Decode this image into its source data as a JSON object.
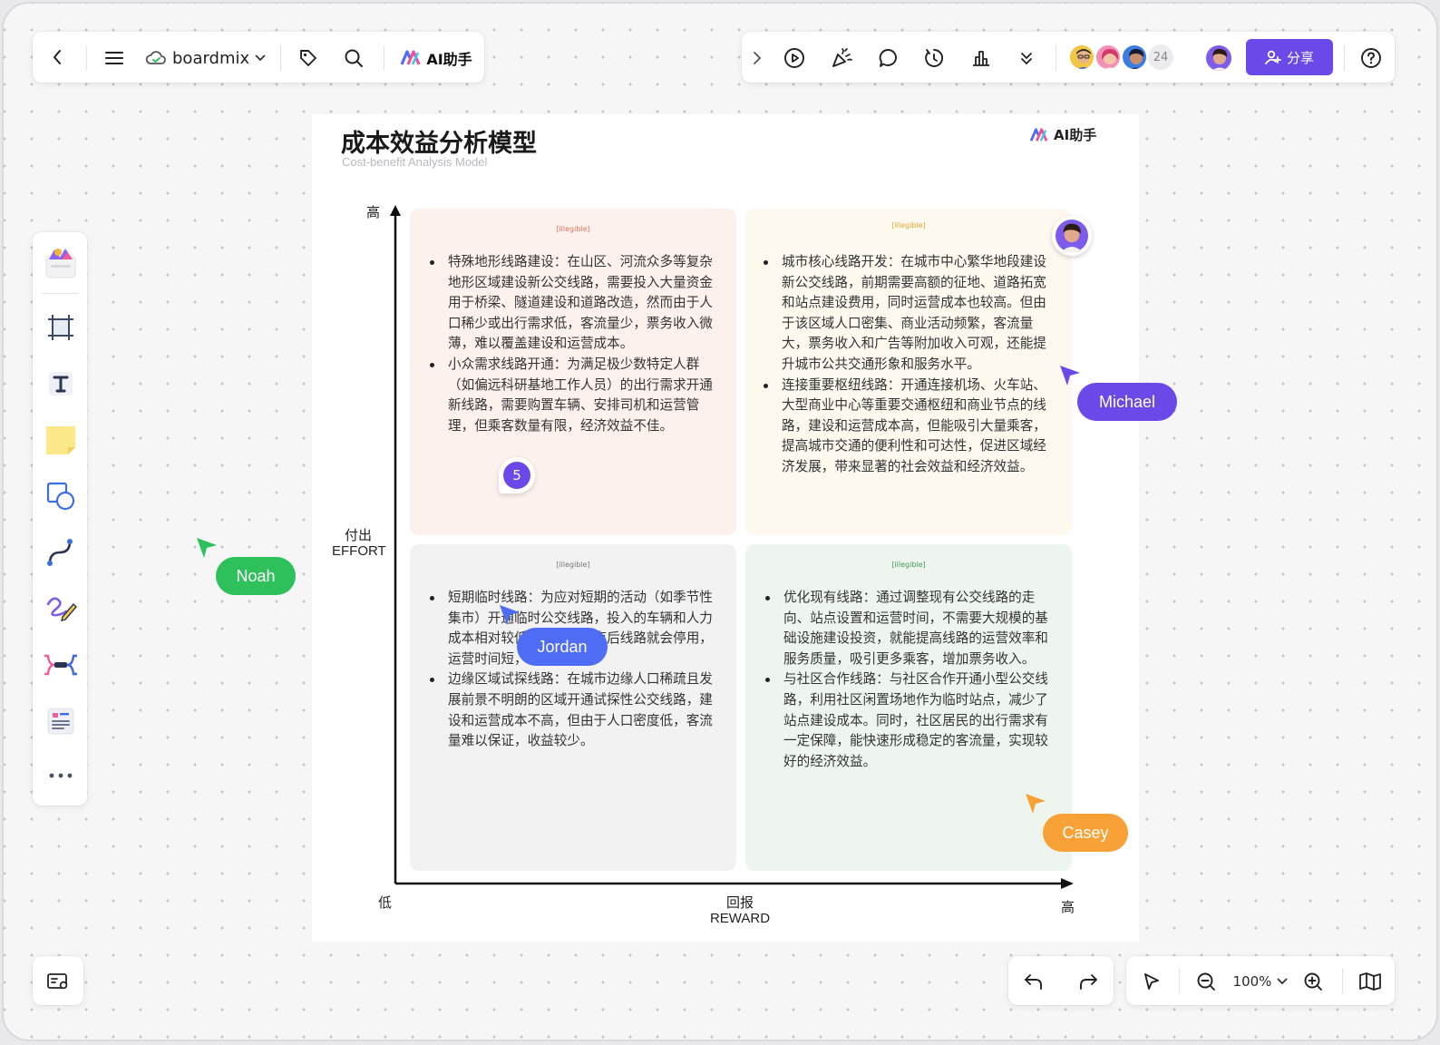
{
  "colors": {
    "accent": "#6a49e8",
    "noah": "#2ec05a",
    "jordan": "#4f6cf5",
    "michael": "#6a49e8",
    "casey": "#f7a136",
    "quad_red": "#fdf1ee",
    "quad_yellow": "#fdf9ee",
    "quad_gray": "#f2f2f3",
    "quad_green": "#eef5ee"
  },
  "toolbar_left": {
    "back_icon": "chevron-left-icon",
    "menu_icon": "hamburger-icon",
    "cloud_icon": "cloud-icon",
    "brand_name": "boardmix",
    "tag_icon": "tag-icon",
    "search_icon": "search-icon",
    "ai_label": "AI助手"
  },
  "toolbar_right": {
    "icons": [
      "chevron-right-icon",
      "play-icon",
      "celebrate-icon",
      "comment-icon",
      "timer-icon",
      "vote-icon",
      "more-down-icon"
    ],
    "collaborator_count": "24",
    "share_label": "分享",
    "help_icon": "help-icon"
  },
  "left_tools": [
    "template-icon",
    "frame-icon",
    "text-icon",
    "sticky-note-icon",
    "shape-icon",
    "connector-icon",
    "pen-icon",
    "mindmap-icon",
    "document-icon",
    "more-icon"
  ],
  "board": {
    "title": "成本效益分析模型",
    "subtitle": "Cost-benefit Analysis Model",
    "ai_badge": "AI助手",
    "y_high": "高",
    "y_label_cn": "付出",
    "y_label_en": "EFFORT",
    "x_low": "低",
    "x_label_cn": "回报",
    "x_label_en": "REWARD",
    "x_high": "高",
    "quadrants": [
      {
        "tag": "[illegible]",
        "items": [
          "特殊地形线路建设：在山区、河流众多等复杂地形区域建设新公交线路，需要投入大量资金用于桥梁、隧道建设和道路改造，然而由于人口稀少或出行需求低，客流量少，票务收入微薄，难以覆盖建设和运营成本。",
          "小众需求线路开通：为满足极少数特定人群（如偏远科研基地工作人员）的出行需求开通新线路，需要购置车辆、安排司机和运营管理，但乘客数量有限，经济效益不佳。"
        ]
      },
      {
        "tag": "[illegible]",
        "items": [
          "城市核心线路开发：在城市中心繁华地段建设新公交线路，前期需要高额的征地、道路拓宽和站点建设费用，同时运营成本也较高。但由于该区域人口密集、商业活动频繁，客流量大，票务收入和广告等附加收入可观，还能提升城市公共交通形象和服务水平。",
          "连接重要枢纽线路：开通连接机场、火车站、大型商业中心等重要交通枢纽和商业节点的线路，建设和运营成本高，但能吸引大量乘客，提高城市交通的便利性和可达性，促进区域经济发展，带来显著的社会效益和经济效益。"
        ]
      },
      {
        "tag": "[illegible]",
        "items": [
          "短期临时线路：为应对短期的活动（如季节性集市）开通临时公交线路，投入的车辆和人力成本相对较低，但活动结束后线路就会停用，运营时间短，收入有限。",
          "边缘区域试探线路：在城市边缘人口稀疏且发展前景不明朗的区域开通试探性公交线路，建设和运营成本不高，但由于人口密度低，客流量难以保证，收益较少。"
        ]
      },
      {
        "tag": "[illegible]",
        "items": [
          "优化现有线路：通过调整现有公交线路的走向、站点设置和运营时间，不需要大规模的基础设施建设投资，就能提高线路的运营效率和服务质量，吸引更多乘客，增加票务收入。",
          "与社区合作线路：与社区合作开通小型公交线路，利用社区闲置场地作为临时站点，减少了站点建设成本。同时，社区居民的出行需求有一定保障，能快速形成稳定的客流量，实现较好的经济效益。"
        ]
      }
    ],
    "comment_count": "5"
  },
  "cursors": [
    "Noah",
    "Jordan",
    "Michael",
    "Casey"
  ],
  "bottom_bar": {
    "undo_icon": "undo-icon",
    "redo_icon": "redo-icon",
    "select_icon": "pointer-icon",
    "zoom_out_icon": "zoom-out-icon",
    "zoom_level": "100%",
    "zoom_in_icon": "zoom-in-icon",
    "map_icon": "map-icon",
    "settings_icon": "board-settings-icon"
  }
}
